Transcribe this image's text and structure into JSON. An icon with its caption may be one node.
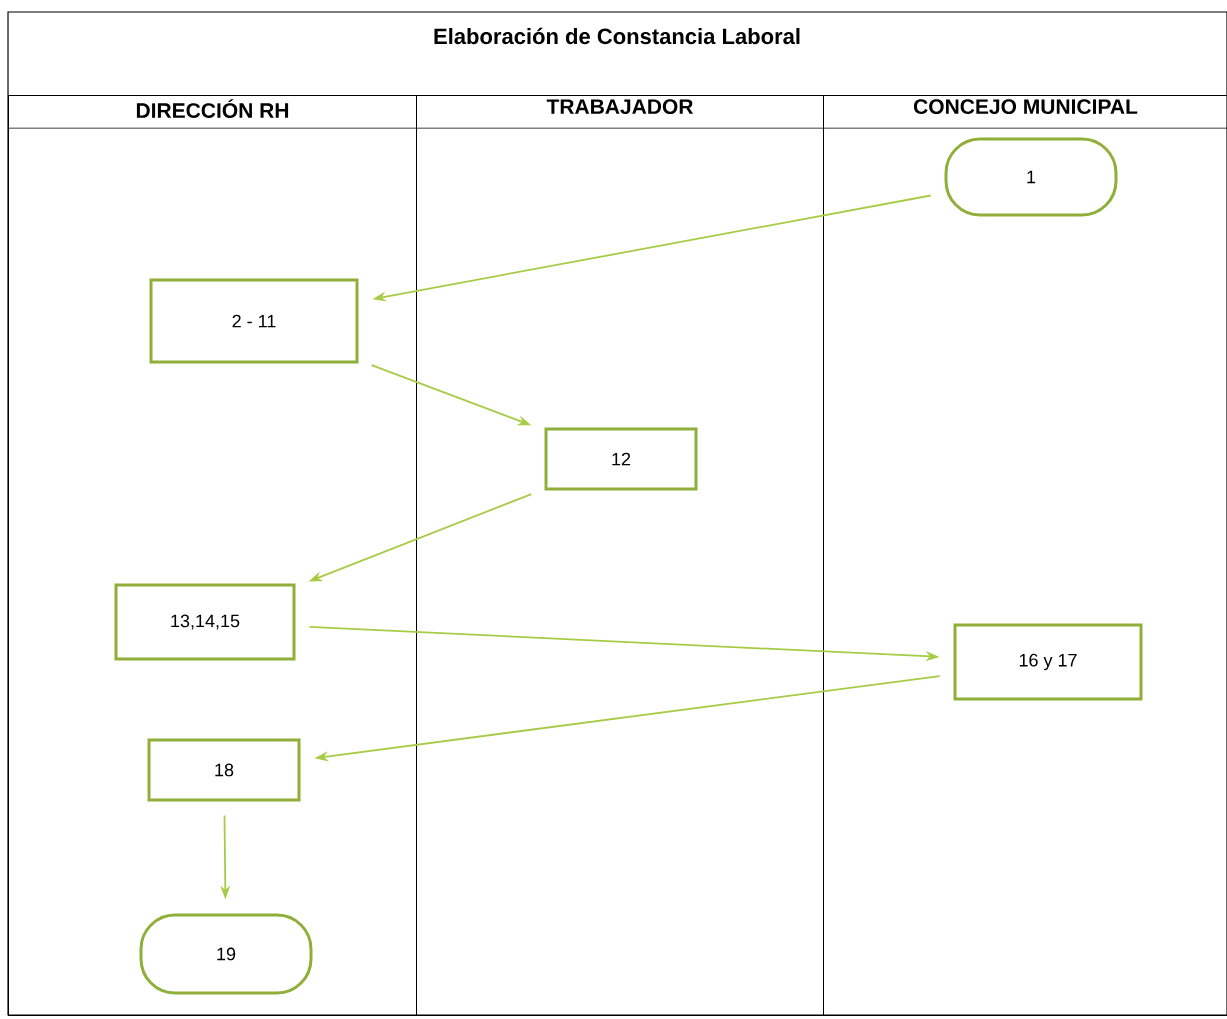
{
  "diagram": {
    "title": "Elaboración de Constancia Laboral",
    "nodes": [
      {
        "text": [
          "DIRECCIÓN RH"
        ]
      },
      {
        "text": [
          "TRABAJADOR"
        ]
      },
      {
        "text": [
          "CONCEJO MUNICIPAL"
        ]
      },
      {
        "text": [
          "1"
        ],
        "in": 2
      },
      {
        "text": [
          "2 - 11"
        ],
        "in": 0
      },
      {
        "text": [
          "12"
        ],
        "in": 1
      },
      {
        "text": [
          "13,14,15"
        ],
        "in": 0
      },
      {
        "text": [
          "16 y 17"
        ],
        "in": 2
      },
      {
        "text": [
          "18"
        ],
        "in": 0
      },
      {
        "text": [
          "19"
        ],
        "in": 0
      }
    ],
    "edges": [
      {
        "from": 3,
        "to": 4,
        "arrow": "to"
      },
      {
        "from": 4,
        "to": 5,
        "arrow": "to"
      },
      {
        "from": 5,
        "to": 6,
        "arrow": "to"
      },
      {
        "from": 6,
        "to": 7,
        "arrow": "to"
      },
      {
        "from": 7,
        "to": 8,
        "arrow": "to"
      },
      {
        "from": 8,
        "to": 9,
        "arrow": "to"
      }
    ]
  }
}
